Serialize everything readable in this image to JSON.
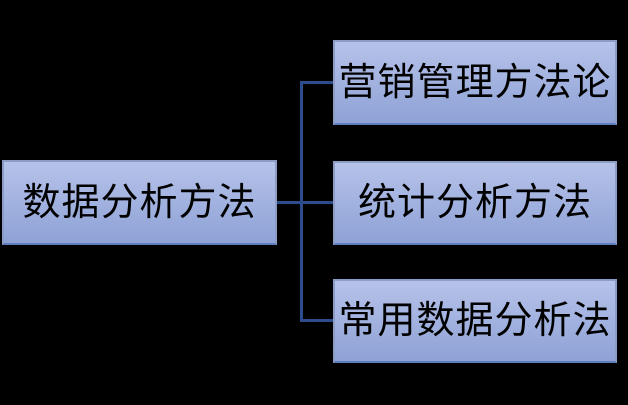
{
  "diagram": {
    "type": "hierarchy",
    "root": {
      "label": "数据分析方法"
    },
    "children": [
      {
        "label": "营销管理方法论"
      },
      {
        "label": "统计分析方法"
      },
      {
        "label": "常用数据分析法"
      }
    ]
  },
  "colors": {
    "background": "#000000",
    "node_fill_top": "#b6c2e9",
    "node_fill_bottom": "#8ea2d6",
    "node_border": "#8d9cc4",
    "node_border_bottom": "#5f7dbd",
    "connector": "#2b4d8e",
    "text": "#000000"
  }
}
